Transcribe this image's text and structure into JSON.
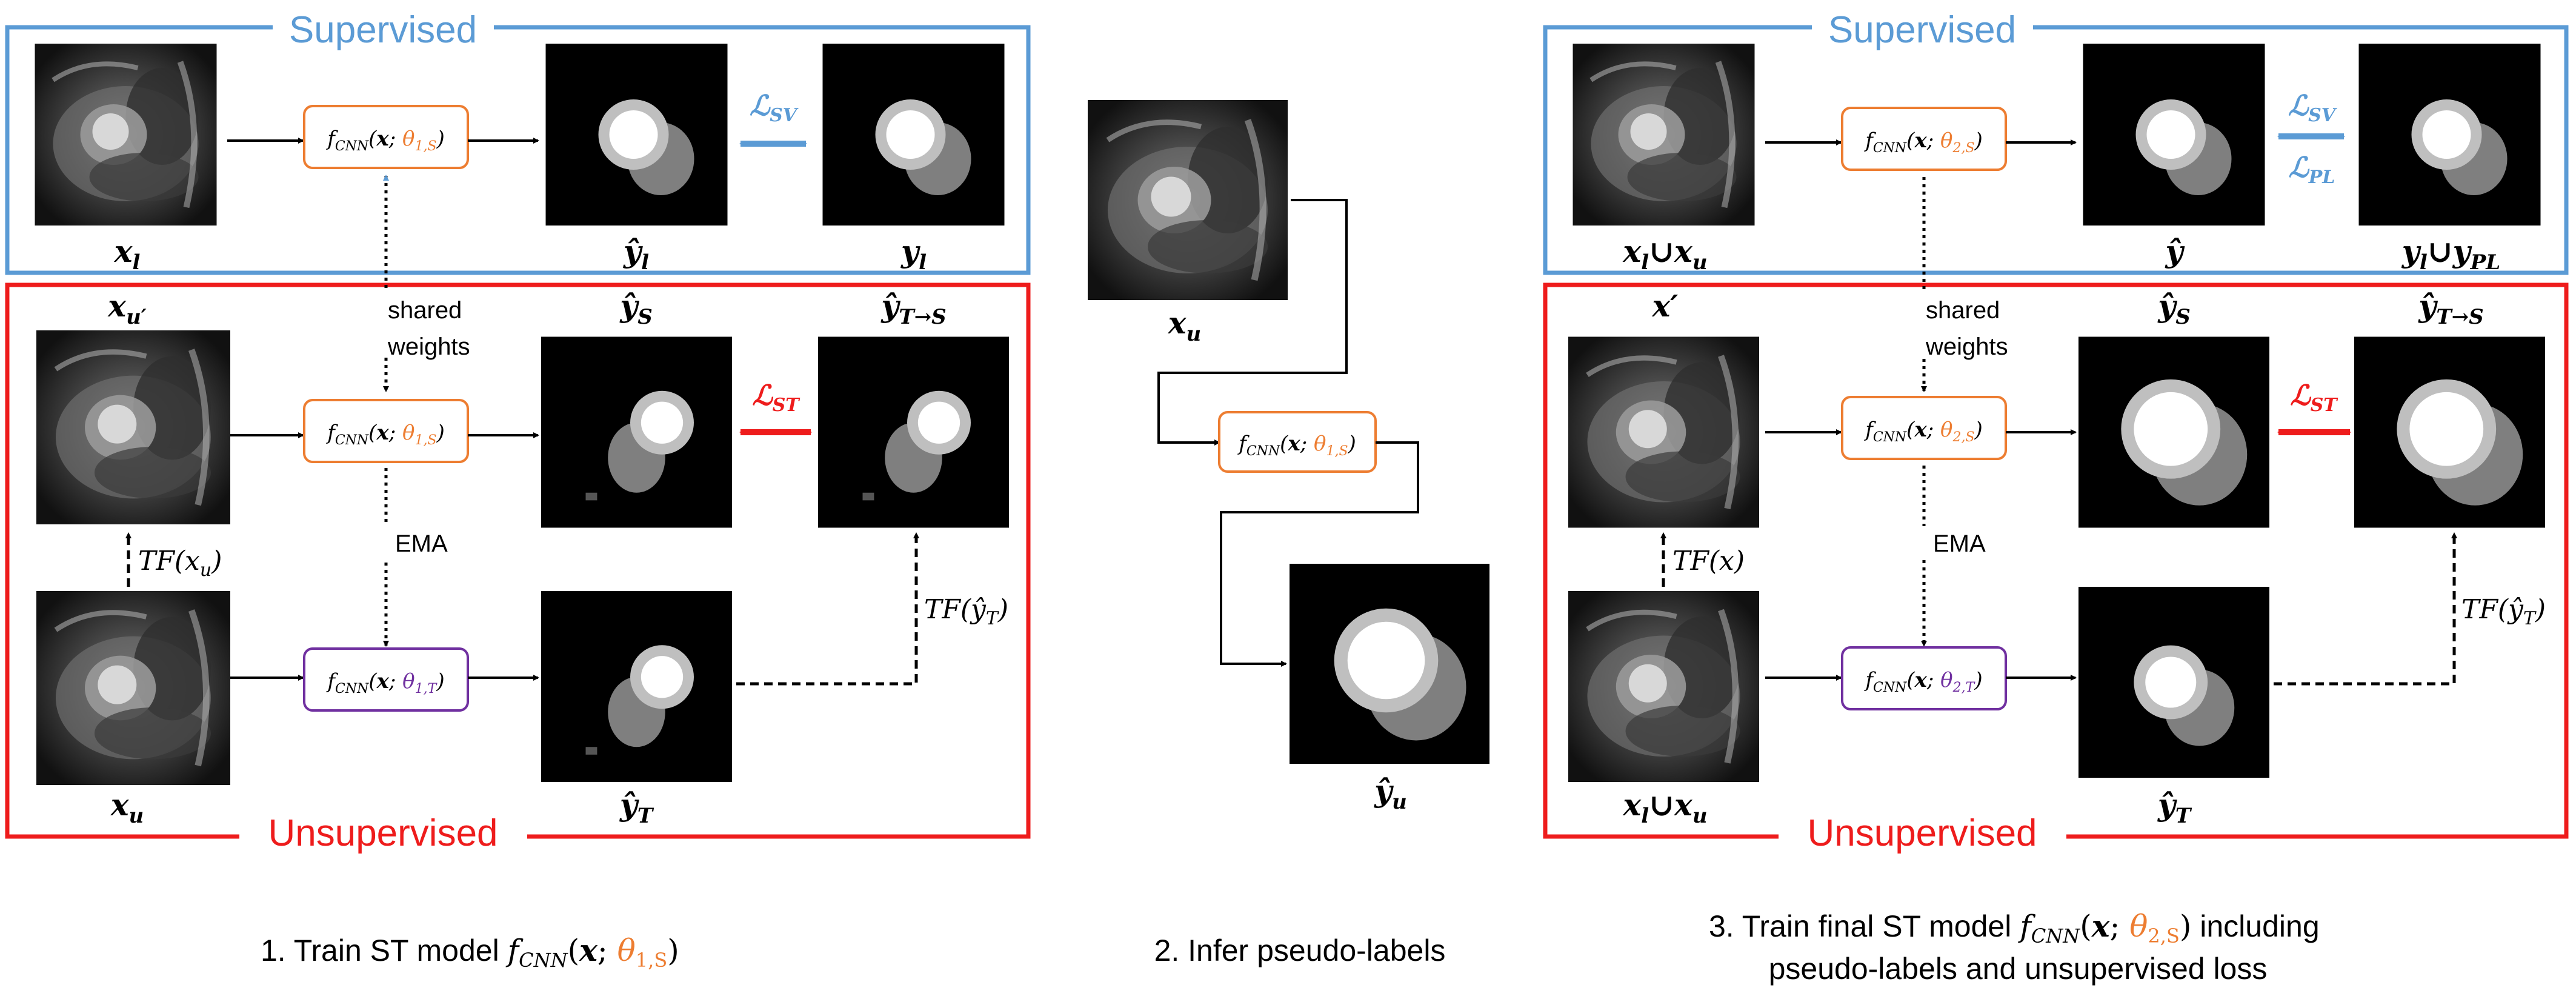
{
  "colors": {
    "supervised": "#5b9bd5",
    "unsupervised": "#ee1c1c",
    "orange": "#ed7d31",
    "purple": "#7030a0",
    "black": "#000000"
  },
  "panel1": {
    "supervised_title": "Supervised",
    "unsupervised_title": "Unsupervised",
    "fn_base": "f",
    "fn_sub": "CNN",
    "fn_args": "(x;",
    "theta_student": "θ",
    "theta_student_sub": "1,S",
    "theta_teacher": "θ",
    "theta_teacher_sub": "1,T",
    "x_l": "x",
    "x_l_sub": "l",
    "yhat_l": "ŷ",
    "yhat_l_sub": "l",
    "y_l": "y",
    "y_l_sub": "l",
    "loss_sv": "ℒ",
    "loss_sv_sub": "SV",
    "x_u_prime": "x",
    "x_u_prime_sub": "u′",
    "yhat_s": "ŷ",
    "yhat_s_sub": "S",
    "yhat_ts": "ŷ",
    "yhat_ts_sub": "T→S",
    "shared": "shared",
    "weights": "weights",
    "loss_st": "ℒ",
    "loss_st_sub": "ST",
    "tf_xu": "TF(x",
    "tf_xu_sub": "u",
    "tf_close": ")",
    "ema": "EMA",
    "tf_yt": "TF(ŷ",
    "tf_yt_sub": "T",
    "x_u": "x",
    "x_u_sub": "u",
    "yhat_t": "ŷ",
    "yhat_t_sub": "T",
    "caption_prefix": "1. Train ST model ",
    "caption_theta_sub": "1,S"
  },
  "panel2": {
    "x_u": "x",
    "x_u_sub": "u",
    "theta_sub": "1,S",
    "yhat_u": "ŷ",
    "yhat_u_sub": "u",
    "caption": "2. Infer pseudo-labels"
  },
  "panel3": {
    "supervised_title": "Supervised",
    "unsupervised_title": "Unsupervised",
    "theta_student_sub": "2,S",
    "theta_teacher_sub": "2,T",
    "x_top_a": "x",
    "x_top_a_sub": "l",
    "x_top_union": "∪",
    "x_top_b": "x",
    "x_top_b_sub": "u",
    "yhat": "ŷ",
    "y_union_a": "y",
    "y_union_a_sub": "l",
    "y_union_union": "∪",
    "y_union_b": "y",
    "y_union_b_sub": "PL",
    "loss_sv_sub": "SV",
    "loss_pl_sub": "PL",
    "x_prime": "x′",
    "yhat_s_sub": "S",
    "yhat_ts_sub": "T→S",
    "shared": "shared",
    "weights": "weights",
    "loss_st_sub": "ST",
    "tf_x": "TF(x)",
    "ema": "EMA",
    "tf_yt": "TF(ŷ",
    "tf_yt_sub": "T",
    "x_bot_a": "x",
    "x_bot_a_sub": "l",
    "x_bot_union": "∪",
    "x_bot_b": "x",
    "x_bot_b_sub": "u",
    "yhat_t_sub": "T",
    "caption_line1_prefix": "3. Train final ST model ",
    "caption_line1_suffix": " including",
    "caption_line2": "pseudo-labels and unsupervised loss",
    "caption_theta_sub": "2,S"
  }
}
